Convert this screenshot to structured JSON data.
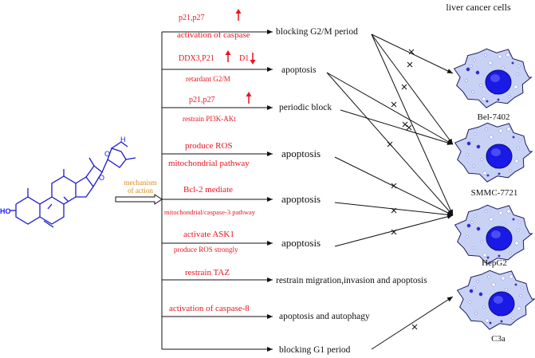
{
  "header": {
    "title": "liver cancer cells"
  },
  "mechanism_label": [
    "mechanism",
    "of action"
  ],
  "molecule": {
    "ho_label": "HO",
    "h_label": "H",
    "o_label": "O"
  },
  "pathways": [
    {
      "mech_line1": "p21,p27",
      "mech_line2": "activation of caspase",
      "result": "blocking G2/M period"
    },
    {
      "mech_line1": "DDX3,P21",
      "mech_line1b": "D1",
      "mech_line2": "retardant G2/M",
      "result": "apoptosis"
    },
    {
      "mech_line1": "p21,p27",
      "mech_line2": "restrain PI3K-AKt",
      "result": "periodic block"
    },
    {
      "mech_line1": "produce ROS",
      "mech_line2": "mitochondrial pathway",
      "result": "apoptosis"
    },
    {
      "mech_line1": "Bcl-2 mediate",
      "mech_line2": "mitochondrial/caspase-3 pathway",
      "result": "apoptosis"
    },
    {
      "mech_line1": "activate ASK1",
      "mech_line2": "produce ROS strongly",
      "result": "apoptosis"
    },
    {
      "mech_line1": "restrain TAZ",
      "mech_line2": "",
      "result": "restrain migration,invasion and apoptosis"
    },
    {
      "mech_line1": "activation of caspase-8",
      "mech_line2": "",
      "result": "apoptosis and autophagy"
    },
    {
      "mech_line1": "",
      "mech_line2": "",
      "result": "blocking G1 period"
    }
  ],
  "cells": [
    {
      "name": "Bel-7402"
    },
    {
      "name": "SMMC-7721"
    },
    {
      "name": "HepG2"
    },
    {
      "name": "C3a"
    }
  ],
  "colors": {
    "mechanism_text": "#e8141e",
    "cell_fill": "#c8d2f4",
    "nucleus": "#1a1ae6",
    "molecule": "#1a1acc",
    "label": "#d98a1a"
  }
}
